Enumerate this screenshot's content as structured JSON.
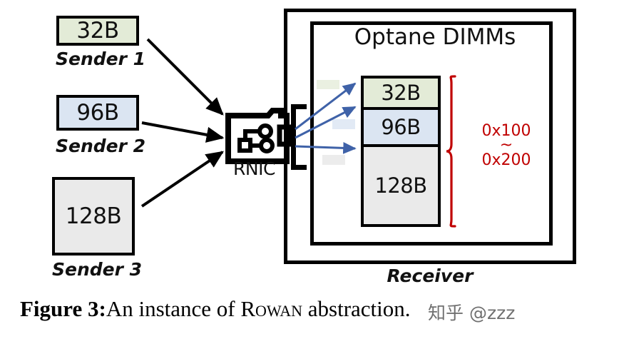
{
  "figure": {
    "caption_prefix": "Figure 3:",
    "caption_body_a": "An instance of ",
    "caption_name": "Rowan",
    "caption_body_b": " abstraction.",
    "watermark": "知乎 @zzz"
  },
  "senders": [
    {
      "size": "32B",
      "label": "Sender 1",
      "color": "#e3ebd7"
    },
    {
      "size": "96B",
      "label": "Sender 2",
      "color": "#dbe5f2"
    },
    {
      "size": "128B",
      "label": "Sender 3",
      "color": "#eaeaea"
    }
  ],
  "nic": {
    "label": "RNIC",
    "icon": "rnic-card-icon"
  },
  "receiver": {
    "label": "Receiver",
    "dimm_title": "Optane DIMMs",
    "memory_segments": [
      {
        "size": "32B",
        "color": "#e3ebd7"
      },
      {
        "size": "96B",
        "color": "#dbe5f2"
      },
      {
        "size": "128B",
        "color": "#eaeaea"
      }
    ],
    "address_range": {
      "start": "0x100",
      "separator": "~",
      "end": "0x200",
      "color": "#c00000"
    }
  },
  "arrows": {
    "sender_to_nic_color": "#000000",
    "nic_to_memory_color": "#3f62a8"
  }
}
